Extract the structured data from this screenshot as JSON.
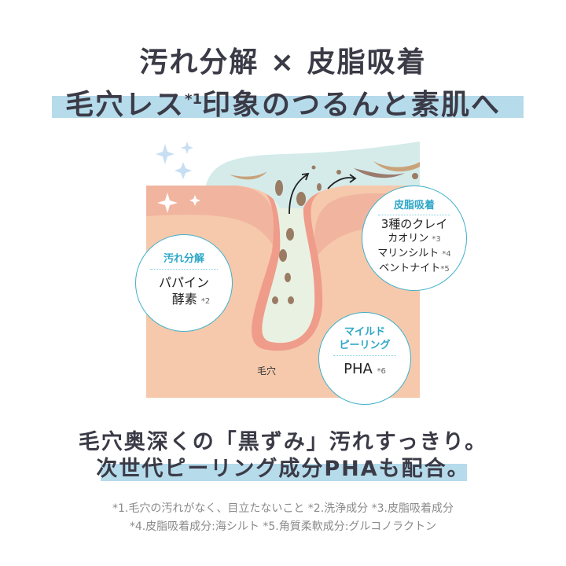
{
  "headline": {
    "line1": "汚れ分解 × 皮脂吸着",
    "line2_main": "毛穴レス",
    "line2_sup": "*1",
    "line2_rest": "印象のつるんと素肌へ"
  },
  "illustration": {
    "pore_label": "毛穴",
    "colors": {
      "skin": "#f6c9ac",
      "skin_top": "#f1a997",
      "pore_wall": "#ef9c8b",
      "pore_fill": "#e9f1e2",
      "sebum": "#d4ebea",
      "bubble_border": "#3fb0c9",
      "accent_text": "#2ea7c7"
    }
  },
  "bubbles": {
    "dirt": {
      "title": "汚れ分解",
      "lines": [
        "パパイン"
      ],
      "line2": "酵素",
      "note": "*2"
    },
    "sebum": {
      "title": "皮脂吸着",
      "heading": "3種のクレイ",
      "items": [
        {
          "name": "カオリン",
          "note": "*3"
        },
        {
          "name": "マリンシルト",
          "note": "*4"
        },
        {
          "name": "ベントナイト",
          "note": "*5"
        }
      ]
    },
    "peeling": {
      "title_line1": "マイルド",
      "title_line2": "ピーリング",
      "main": "PHA",
      "note": "*6"
    }
  },
  "subcopy": {
    "line1": "毛穴奥深くの「黒ずみ」汚れすっきり。",
    "line2": "次世代ピーリング成分PHAも配合。"
  },
  "footnotes": {
    "line1": "*1.毛穴の汚れがなく、目立たないこと *2.洗浄成分 *3.皮脂吸着成分",
    "line2": "*4.皮脂吸着成分:海シルト *5.角質柔軟成分:グルコノラクトン"
  }
}
